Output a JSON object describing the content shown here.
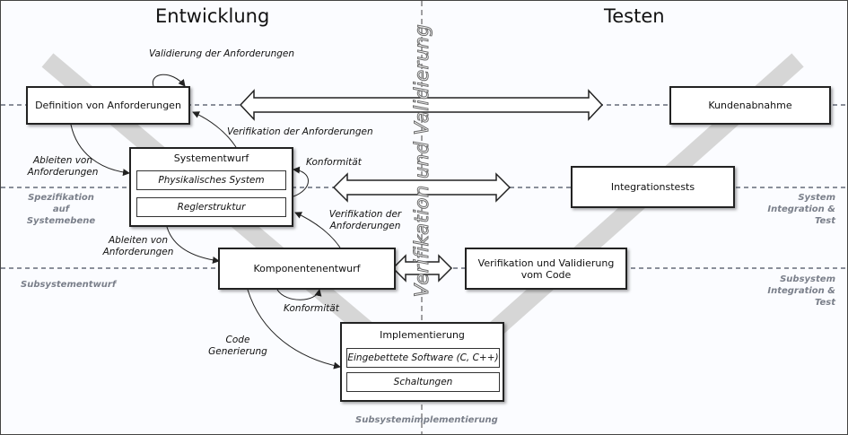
{
  "headers": {
    "left": "Entwicklung",
    "right": "Testen",
    "center_vertical": "Verifikation und Validierung"
  },
  "boxes": {
    "definition": "Definition von Anforderungen",
    "kundenabnahme": "Kundenabnahme",
    "systementwurf": {
      "title": "Systementwurf",
      "items": [
        "Physikalisches System",
        "Reglerstruktur"
      ]
    },
    "integrationstests": "Integrationstests",
    "komponentenentwurf": "Komponentenentwurf",
    "verifikation_code": "Verifikation und Validierung vom Code",
    "implementierung": {
      "title": "Implementierung",
      "items": [
        "Eingebettete Software (C, C++)",
        "Schaltungen"
      ]
    }
  },
  "annotations": {
    "validierung": "Validierung der Anforderungen",
    "verifikation_1": "Verifikation der Anforderungen",
    "ableiten_1": "Ableiten von Anforderungen",
    "konformitaet_1": "Konformität",
    "verifikation_2": "Verifikation der Anforderungen",
    "ableiten_2": "Ableiten von Anforderungen",
    "konformitaet_2": "Konformität",
    "code_generierung": "Code Generierung"
  },
  "levels": {
    "spezifikation": "Spezifikation auf Systemebene",
    "subsystementwurf": "Subsystementwurf",
    "subsystemimplementierung": "Subsystemimplementierung",
    "system_test": "System Integration & Test",
    "subsystem_test": "Subsystem Integration & Test"
  },
  "colors": {
    "band": "#d9d9d9",
    "dash": "#8a8f9a",
    "box_border": "#222222"
  }
}
